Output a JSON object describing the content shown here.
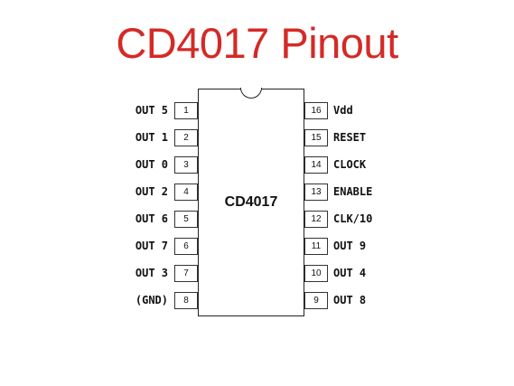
{
  "title": "CD4017 Pinout",
  "title_color": "#d42a26",
  "chip": {
    "label": "CD4017"
  },
  "left_pins": [
    {
      "number": "1",
      "label": "OUT 5"
    },
    {
      "number": "2",
      "label": "OUT 1"
    },
    {
      "number": "3",
      "label": "OUT 0"
    },
    {
      "number": "4",
      "label": "OUT 2"
    },
    {
      "number": "5",
      "label": "OUT 6"
    },
    {
      "number": "6",
      "label": "OUT 7"
    },
    {
      "number": "7",
      "label": "OUT 3"
    },
    {
      "number": "8",
      "label": "(GND)"
    }
  ],
  "right_pins": [
    {
      "number": "16",
      "label": "Vdd"
    },
    {
      "number": "15",
      "label": "RESET"
    },
    {
      "number": "14",
      "label": "CLOCK"
    },
    {
      "number": "13",
      "label": "ENABLE"
    },
    {
      "number": "12",
      "label": "CLK/10"
    },
    {
      "number": "11",
      "label": "OUT 9"
    },
    {
      "number": "10",
      "label": "OUT 4"
    },
    {
      "number": "9",
      "label": "OUT 8"
    }
  ]
}
